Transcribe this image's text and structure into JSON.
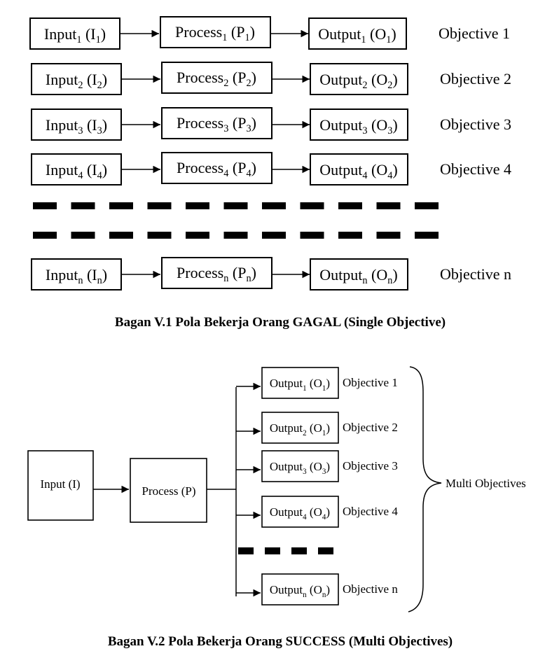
{
  "diagram1": {
    "rows": [
      {
        "input": {
          "base": "Input",
          "sub": "1",
          "pbase": "I",
          "psub": "1"
        },
        "process": {
          "base": "Process",
          "sub": "1",
          "pbase": "P",
          "psub": "1"
        },
        "output": {
          "base": "Output",
          "sub": "1",
          "pbase": "O",
          "psub": "1"
        },
        "objective": "Objective 1"
      },
      {
        "input": {
          "base": "Input",
          "sub": "2",
          "pbase": "I",
          "psub": "2"
        },
        "process": {
          "base": "Process",
          "sub": "2",
          "pbase": "P",
          "psub": "2"
        },
        "output": {
          "base": "Output",
          "sub": "2",
          "pbase": "O",
          "psub": "2"
        },
        "objective": "Objective 2"
      },
      {
        "input": {
          "base": "Input",
          "sub": "3",
          "pbase": "I",
          "psub": "3"
        },
        "process": {
          "base": "Process",
          "sub": "3",
          "pbase": "P",
          "psub": "3"
        },
        "output": {
          "base": "Output",
          "sub": "3",
          "pbase": "O",
          "psub": "3"
        },
        "objective": "Objective 3"
      },
      {
        "input": {
          "base": "Input",
          "sub": "4",
          "pbase": "I",
          "psub": "4"
        },
        "process": {
          "base": "Process",
          "sub": "4",
          "pbase": "P",
          "psub": "4"
        },
        "output": {
          "base": "Output",
          "sub": "4",
          "pbase": "O",
          "psub": "4"
        },
        "objective": "Objective 4"
      },
      {
        "input": {
          "base": "Input",
          "sub": "n",
          "pbase": "I",
          "psub": "n"
        },
        "process": {
          "base": "Process",
          "sub": "n",
          "pbase": "P",
          "psub": "n"
        },
        "output": {
          "base": "Output",
          "sub": "n",
          "pbase": "O",
          "psub": "n"
        },
        "objective": "Objective n"
      }
    ],
    "caption": "Bagan V.1 Pola Bekerja Orang GAGAL (Single Objective)"
  },
  "diagram2": {
    "input": "Input (I)",
    "process": "Process (P)",
    "outputs": [
      {
        "base": "Output",
        "sub": "1",
        "pbase": "O",
        "psub": "1",
        "objective": "Objective 1"
      },
      {
        "base": "Output",
        "sub": "2",
        "pbase": "O",
        "psub": "1",
        "objective": "Objective 2"
      },
      {
        "base": "Output",
        "sub": "3",
        "pbase": "O",
        "psub": "3",
        "objective": "Objective 3"
      },
      {
        "base": "Output",
        "sub": "4",
        "pbase": "O",
        "psub": "4",
        "objective": "Objective 4"
      },
      {
        "base": "Output",
        "sub": "n",
        "pbase": "O",
        "psub": "n",
        "objective": "Objective n"
      }
    ],
    "group_label": "Multi Objectives",
    "caption": "Bagan V.2 Pola Bekerja Orang SUCCESS (Multi Objectives)"
  }
}
